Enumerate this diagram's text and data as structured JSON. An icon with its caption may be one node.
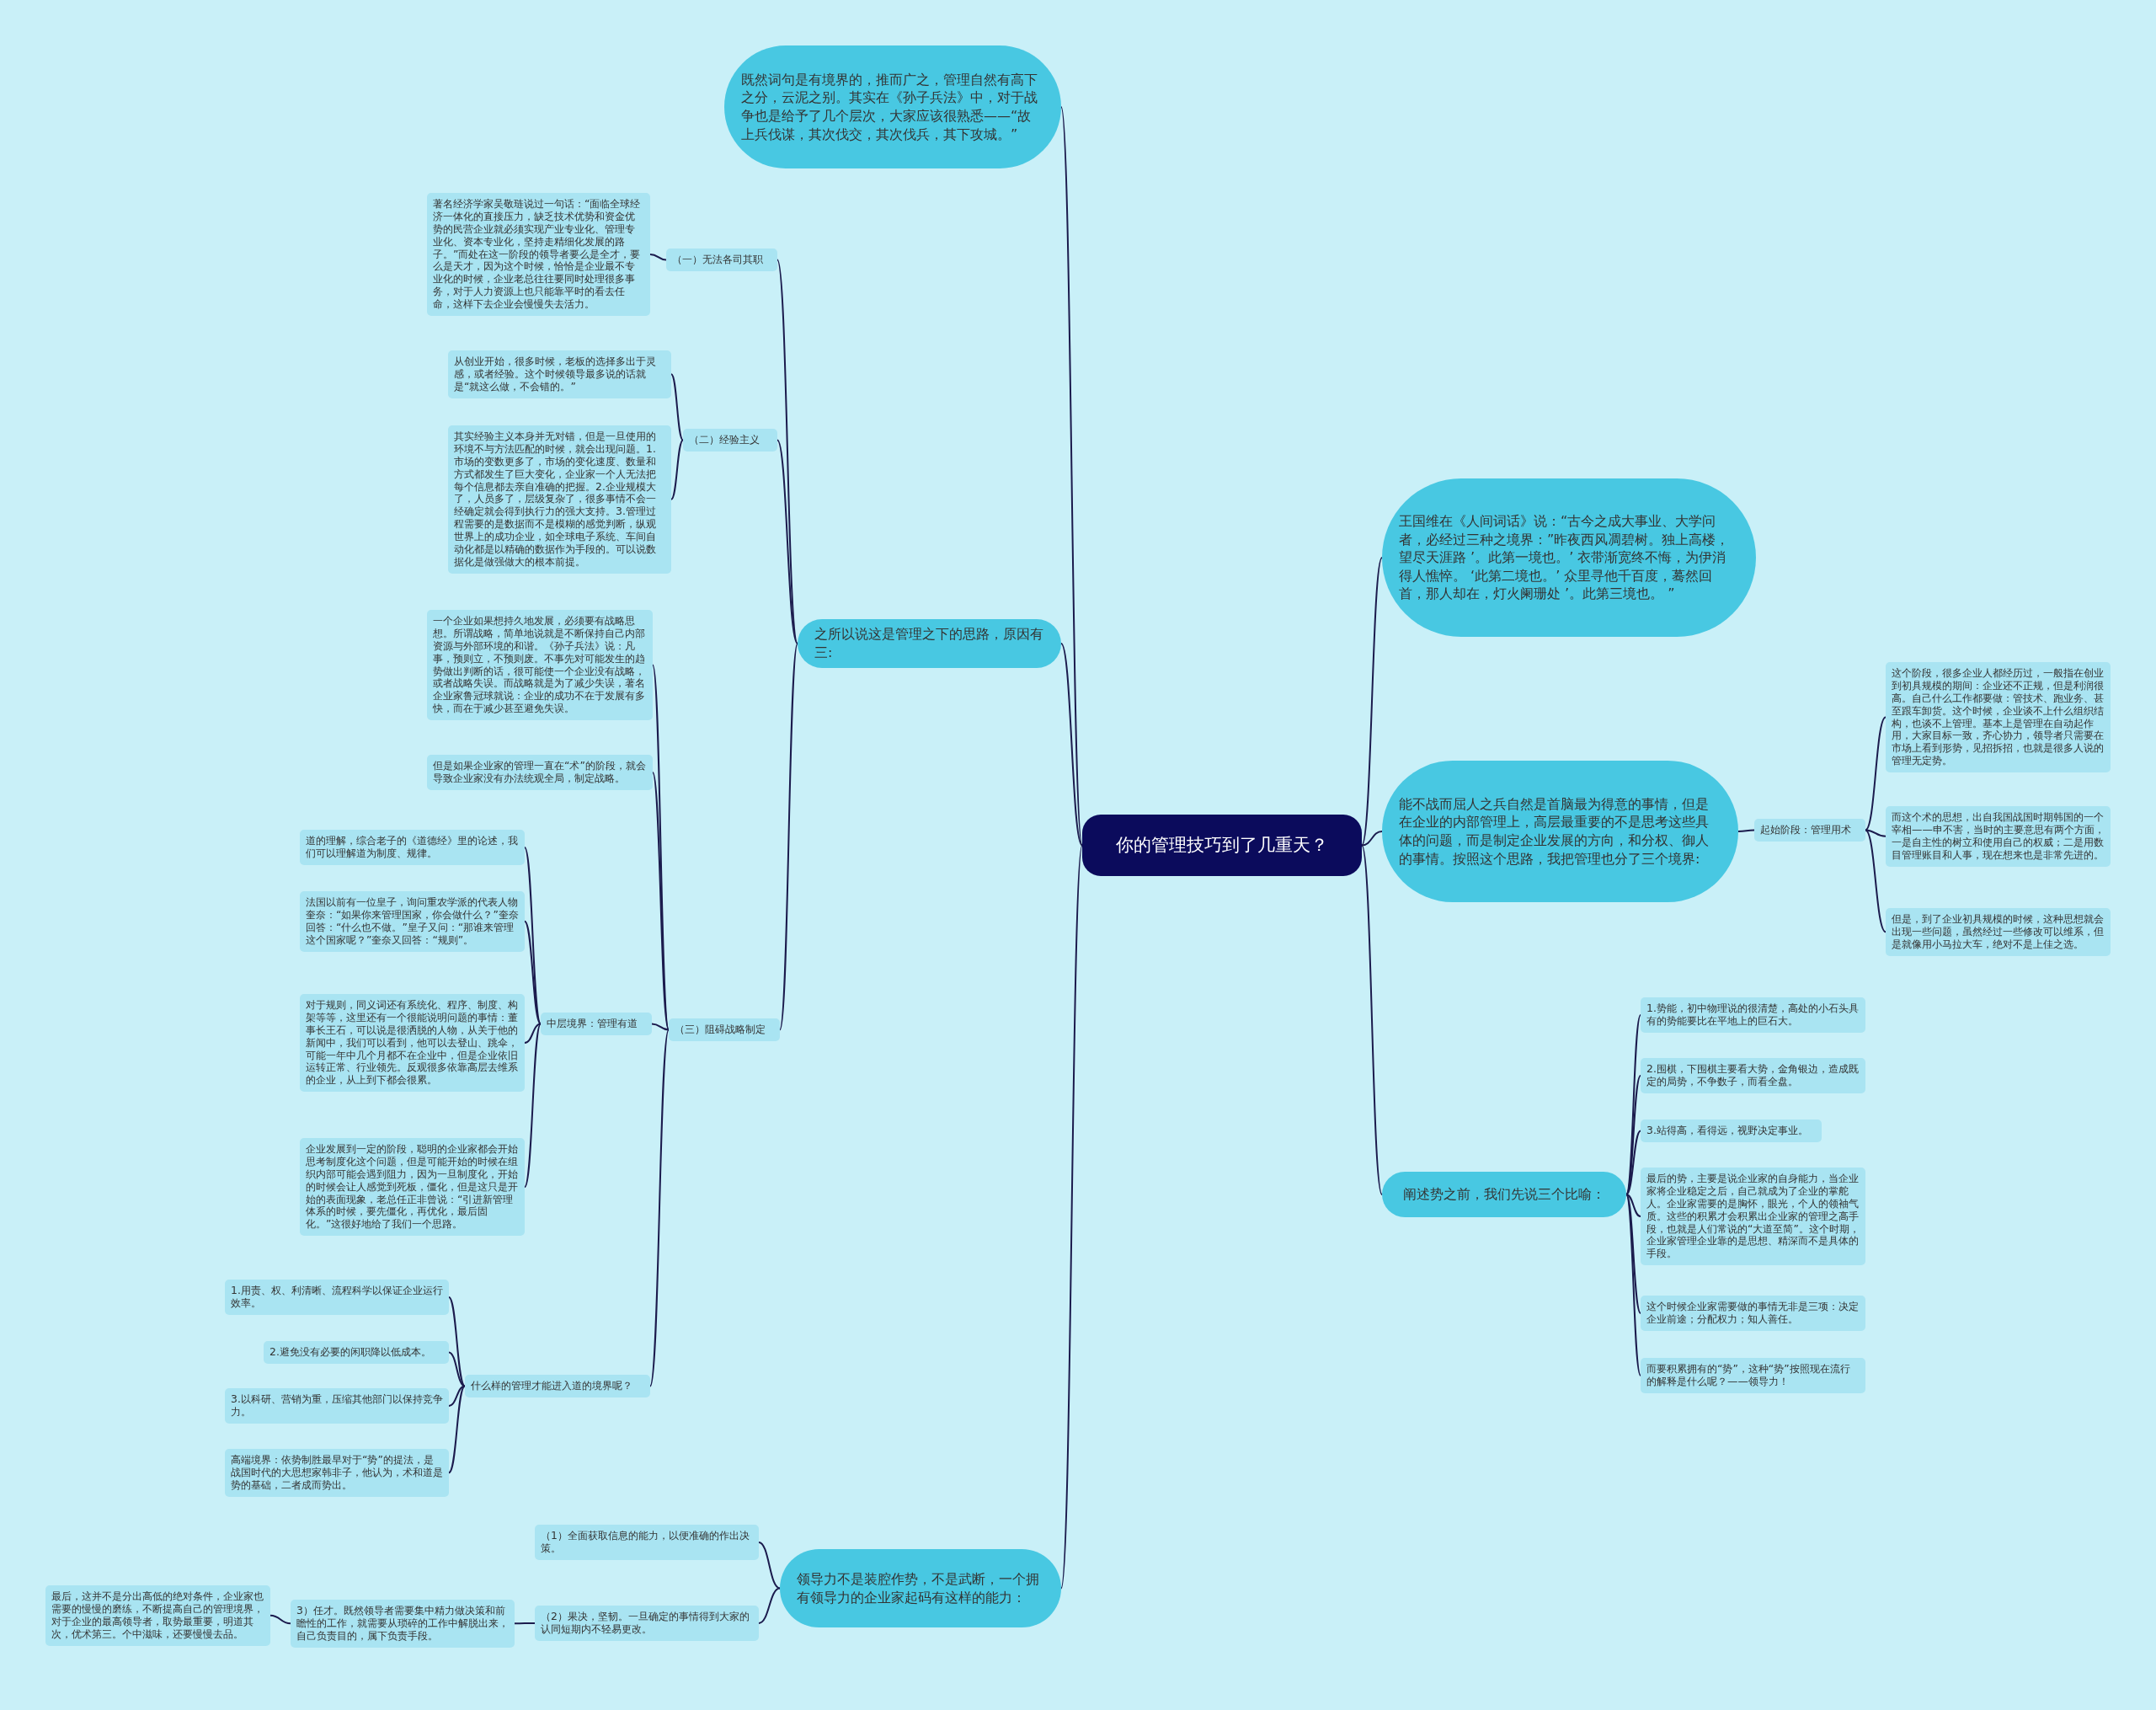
{
  "diagram": {
    "nodes": [
      {
        "text": [
          "你的管理技巧到了几重天？"
        ]
      },
      {
        "text": [
          "既然词句是有境界的，推而广之，管理自然有高下之分，云泥之别。其实在《孙子兵法》中，对于战争也是给予了几个层次，大家应该很熟悉——“故上兵伐谋，其次伐交，其次伐兵，其下攻城。”"
        ]
      },
      {
        "text": [
          "之所以说这是管理之下的思路，原因有三:"
        ]
      },
      {
        "text": [
          "王国维在《人间词话》说：“古今之成大事业、大学问者，必经过三种之境界：”昨夜西风凋碧树。独上高楼，望尽天涯路 ’。此第一境也。’ 衣带渐宽终不悔，为伊消得人憔悴。 ‘此第二境也。’ 众里寻他千百度，蓦然回首，那人却在，灯火阑珊处 ’。此第三境也。 ”"
        ]
      },
      {
        "text": [
          "能不战而屈人之兵自然是首脑最为得意的事情，但是在企业的内部管理上，高层最重要的不是思考这些具体的问题，而是制定企业发展的方向，和分权、御人的事情。按照这个思路，我把管理也分了三个境界:"
        ]
      },
      {
        "text": [
          "阐述势之前，我们先说三个比喻："
        ]
      },
      {
        "text": [
          "领导力不是装腔作势，不是武断，一个拥有领导力的企业家起码有这样的能力："
        ]
      },
      {
        "text": [
          "（一）无法各司其职"
        ]
      },
      {
        "text": [
          "著名经济学家吴敬琏说过一句话：“面临全球经济一体化的直接压力，缺乏技术优势和资金优势的民营企业就必须实现产业专业化、管理专业化、资本专业化，坚持走精细化发展的路子。”而处在这一阶段的领导者要么是全才，要么是天才，因为这个时候，恰恰是企业最不专业化的时候，企业老总往往要同时处理很多事务，对于人力资源上也只能靠平时的看去任命，这样下去企业会慢慢失去活力。"
        ]
      },
      {
        "text": [
          "（二）经验主义"
        ]
      },
      {
        "text": [
          "从创业开始，很多时候，老板的选择多出于灵感，或者经验。这个时候领导最多说的话就是“就这么做，不会错的。”"
        ]
      },
      {
        "text": [
          "其实经验主义本身并无对错，但是一旦使用的环境不与方法匹配的时候，就会出现问题。1.市场的变数更多了，市场的变化速度、数量和方式都发生了巨大变化，企业家一个人无法把每个信息都去亲自准确的把握。2.企业规模大了，人员多了，层级复杂了，很多事情不会一经确定就会得到执行力的强大支持。3.管理过程需要的是数据而不是模糊的感觉判断，纵观世界上的成功企业，如全球电子系统、车间自动化都是以精确的数据作为手段的。可以说数据化是做强做大的根本前提。"
        ]
      },
      {
        "text": [
          "（三）阻碍战略制定"
        ]
      },
      {
        "text": [
          "一个企业如果想持久地发展，必须要有战略思想。所谓战略，简单地说就是不断保持自己内部资源与外部环境的和谐。《孙子兵法》说：凡事，预则立，不预则废。不事先对可能发生的趋势做出判断的话，很可能使一个企业没有战略，或者战略失误。而战略就是为了减少失误，著名企业家鲁冠球就说：企业的成功不在于发展有多快，而在于减少甚至避免失误。"
        ]
      },
      {
        "text": [
          "但是如果企业家的管理一直在“术”的阶段，就会导致企业家没有办法统观全局，制定战略。"
        ]
      },
      {
        "text": [
          "中层境界：管理有道"
        ]
      },
      {
        "text": [
          "道的理解，综合老子的《道德经》里的论述，我们可以理解道为制度、规律。"
        ]
      },
      {
        "text": [
          "法国以前有一位皇子，询问重农学派的代表人物奎奈：“如果你来管理国家，你会做什么？”奎奈回答：“什么也不做。”皇子又问：“那谁来管理这个国家呢？”奎奈又回答：“规则”。"
        ]
      },
      {
        "text": [
          "对于规则，同义词还有系统化、程序、制度、构架等等，这里还有一个很能说明问题的事情：董事长王石，可以说是很洒脱的人物，从关于他的新闻中，我们可以看到，他可以去登山、跳伞，可能一年中几个月都不在企业中，但是企业依旧运转正常、行业领先。反观很多依靠高层去维系的企业，从上到下都会很累。"
        ]
      },
      {
        "text": [
          "企业发展到一定的阶段，聪明的企业家都会开始思考制度化这个问题，但是可能开始的时候在组织内部可能会遇到阻力，因为一旦制度化，开始的时候会让人感觉到死板，僵化，但是这只是开始的表面现象，老总任正非曾说：“引进新管理体系的时候，要先僵化，再优化，最后固化。”这很好地给了我们一个思路。"
        ]
      },
      {
        "text": [
          "什么样的管理才能进入道的境界呢？"
        ]
      },
      {
        "text": [
          "1.用责、权、利清晰、流程科学以保证企业运行效率。"
        ]
      },
      {
        "text": [
          "2.避免没有必要的闲职降以低成本。"
        ]
      },
      {
        "text": [
          "3.以科研、营销为重，压缩其他部门以保持竞争力。"
        ]
      },
      {
        "text": [
          "高端境界：依势制胜最早对于“势”的提法，是战国时代的大思想家韩非子，他认为，术和道是势的基础，二者成而势出。"
        ]
      },
      {
        "text": [
          "（1）全面获取信息的能力，以便准确的作出决策。"
        ]
      },
      {
        "text": [
          "（2）果决，坚韧。一旦确定的事情得到大家的认同短期内不轻易更改。"
        ]
      },
      {
        "text": [
          "3）任才。既然领导者需要集中精力做决策和前瞻性的工作，就需要从琐碎的工作中解脱出来，自己负责目的，属下负责手段。"
        ]
      },
      {
        "text": [
          "最后，这并不是分出高低的绝对条件，企业家也需要的慢慢的磨练，不断提高自己的管理境界，对于企业的最高领导者，取势最重要，明道其次，优术第三。个中滋味，还要慢慢去品。"
        ]
      },
      {
        "text": [
          "起始阶段：管理用术"
        ]
      },
      {
        "text": [
          "这个阶段，很多企业人都经历过，一般指在创业到初具规模的期间：企业还不正规，但是利润很高。自己什么工作都要做：管技术、跑业务、甚至跟车卸货。这个时候，企业谈不上什么组织结构，也谈不上管理。基本上是管理在自动起作用，大家目标一致，齐心协力，领导者只需要在市场上看到形势，见招拆招，也就是很多人说的管理无定势。"
        ]
      },
      {
        "text": [
          "而这个术的思想，出自我国战国时期韩国的一个宰相——申不害，当时的主要意思有两个方面，一是自主性的树立和使用自己的权威；二是用数目管理账目和人事，现在想来也是非常先进的。"
        ]
      },
      {
        "text": [
          "但是，到了企业初具规模的时候，这种思想就会出现一些问题，虽然经过一些修改可以维系，但是就像用小马拉大车，绝对不是上佳之选。"
        ]
      },
      {
        "text": [
          "1.势能，初中物理说的很清楚，高处的小石头具有的势能要比在平地上的巨石大。"
        ]
      },
      {
        "text": [
          "2.围棋，下围棋主要看大势，金角银边，造成既定的局势，不争数子，而看全盘。"
        ]
      },
      {
        "text": [
          "3.站得高，看得远，视野决定事业。"
        ]
      },
      {
        "text": [
          "最后的势，主要是说企业家的自身能力，当企业家将企业稳定之后，自己就成为了企业的掌舵人。企业家需要的是胸怀，眼光，个人的领袖气质。这些的积累才会积累出企业家的管理之高手段，也就是人们常说的“大道至简”。这个时期，企业家管理企业靠的是思想、精深而不是具体的手段。"
        ]
      },
      {
        "text": [
          "这个时候企业家需要做的事情无非是三项：决定企业前途；分配权力；知人善任。"
        ]
      },
      {
        "text": [
          "而要积累拥有的“势”，这种“势”按照现在流行的解释是什么呢？——领导力！"
        ]
      }
    ],
    "edges": [
      {
        "from": 0,
        "to": 1,
        "arrow": "none"
      },
      {
        "from": 0,
        "to": 2,
        "arrow": "none"
      },
      {
        "from": 0,
        "to": 3,
        "arrow": "none"
      },
      {
        "from": 0,
        "to": 4,
        "arrow": "none"
      },
      {
        "from": 0,
        "to": 5,
        "arrow": "none"
      },
      {
        "from": 0,
        "to": 6,
        "arrow": "none"
      },
      {
        "from": 2,
        "to": 7,
        "arrow": "none"
      },
      {
        "from": 7,
        "to": 8,
        "arrow": "none"
      },
      {
        "from": 2,
        "to": 9,
        "arrow": "none"
      },
      {
        "from": 9,
        "to": 10,
        "arrow": "none"
      },
      {
        "from": 9,
        "to": 11,
        "arrow": "none"
      },
      {
        "from": 2,
        "to": 12,
        "arrow": "none"
      },
      {
        "from": 12,
        "to": 13,
        "arrow": "none"
      },
      {
        "from": 12,
        "to": 14,
        "arrow": "none"
      },
      {
        "from": 12,
        "to": 15,
        "arrow": "none"
      },
      {
        "from": 15,
        "to": 16,
        "arrow": "none"
      },
      {
        "from": 15,
        "to": 17,
        "arrow": "none"
      },
      {
        "from": 15,
        "to": 18,
        "arrow": "none"
      },
      {
        "from": 15,
        "to": 19,
        "arrow": "none"
      },
      {
        "from": 12,
        "to": 20,
        "arrow": "none"
      },
      {
        "from": 20,
        "to": 21,
        "arrow": "none"
      },
      {
        "from": 20,
        "to": 22,
        "arrow": "none"
      },
      {
        "from": 20,
        "to": 23,
        "arrow": "none"
      },
      {
        "from": 20,
        "to": 24,
        "arrow": "none"
      },
      {
        "from": 6,
        "to": 25,
        "arrow": "none"
      },
      {
        "from": 6,
        "to": 26,
        "arrow": "none"
      },
      {
        "from": 26,
        "to": 27,
        "arrow": "none"
      },
      {
        "from": 27,
        "to": 28,
        "arrow": "none"
      },
      {
        "from": 4,
        "to": 29,
        "arrow": "none"
      },
      {
        "from": 29,
        "to": 30,
        "arrow": "none"
      },
      {
        "from": 29,
        "to": 31,
        "arrow": "none"
      },
      {
        "from": 29,
        "to": 32,
        "arrow": "none"
      },
      {
        "from": 5,
        "to": 33,
        "arrow": "none"
      },
      {
        "from": 5,
        "to": 34,
        "arrow": "none"
      },
      {
        "from": 5,
        "to": 35,
        "arrow": "none"
      },
      {
        "from": 5,
        "to": 36,
        "arrow": "none"
      },
      {
        "from": 5,
        "to": 37,
        "arrow": "none"
      },
      {
        "from": 5,
        "to": 38,
        "arrow": "none"
      }
    ]
  }
}
